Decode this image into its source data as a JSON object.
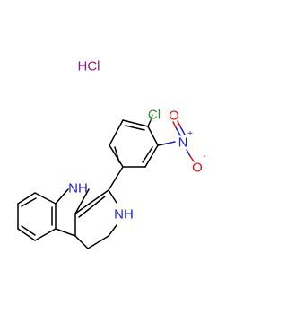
{
  "salt_label": "HCl",
  "atoms": {
    "chlorine": "Cl",
    "nitro_nitrogen": "N",
    "nitro_nitrogen_charge": "+",
    "nitro_oxygen_upper": "O",
    "nitro_oxygen_lower": "O",
    "nitro_oxygen_lower_charge": "-",
    "indole_nh": "NH",
    "amine_nh": "NH"
  },
  "colors": {
    "bond": "#000000",
    "chlorine": "#2e8b2e",
    "nitrogen": "#1f1fd1",
    "oxygen": "#e01010",
    "salt": "#8a1a8a"
  }
}
